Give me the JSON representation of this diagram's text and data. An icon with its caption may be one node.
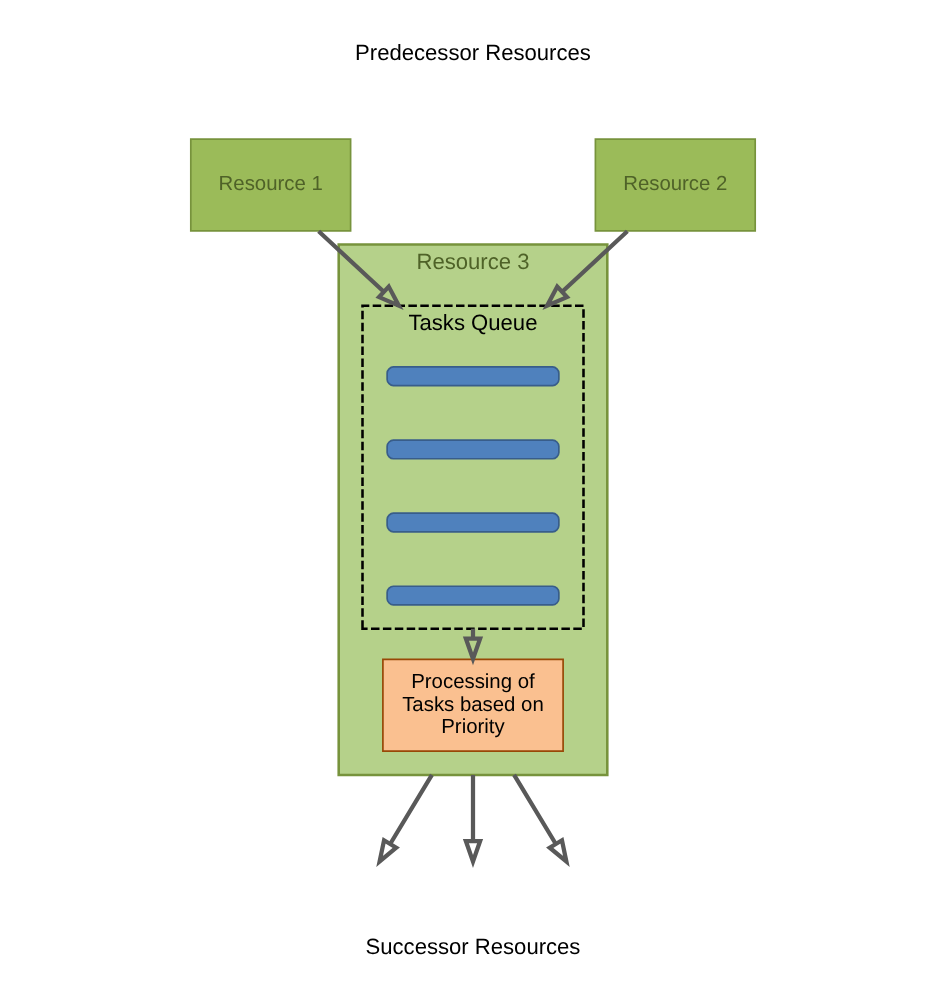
{
  "diagram": {
    "nodes": [
      {
        "text": [
          "Resource 1"
        ]
      },
      {
        "text": [
          "Resource 2"
        ]
      },
      {
        "text": [
          "Resource 3"
        ]
      },
      {
        "text": [
          "Tasks Queue"
        ],
        "in": 2
      },
      {
        "text": [],
        "shape": "bar",
        "in": 3
      },
      {
        "text": [],
        "shape": "bar",
        "in": 3
      },
      {
        "text": [],
        "shape": "bar",
        "in": 3
      },
      {
        "text": [],
        "shape": "bar",
        "in": 3
      },
      {
        "text": [
          "Processing of Tasks based on Priority"
        ],
        "in": 2
      }
    ],
    "edges": [
      {
        "from": 0,
        "to": 3,
        "arrow": "to"
      },
      {
        "from": 1,
        "to": 3,
        "arrow": "to"
      },
      {
        "from": 3,
        "to": 8,
        "arrow": "to"
      },
      {
        "from": 2,
        "to": null,
        "arrow": "to"
      },
      {
        "from": 2,
        "to": null,
        "arrow": "to"
      },
      {
        "from": 2,
        "to": null,
        "arrow": "to"
      }
    ],
    "labels": [
      "Predecessor Resources",
      "Successor Resources"
    ]
  }
}
